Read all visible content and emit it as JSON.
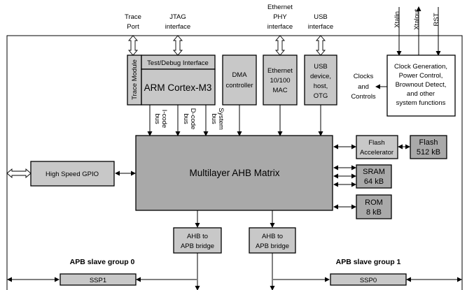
{
  "top_labels": {
    "trace_port": [
      "Trace",
      "Port"
    ],
    "jtag": [
      "JTAG",
      "interface"
    ],
    "ethernet_phy": [
      "Ethernet",
      "PHY",
      "interface"
    ],
    "usb_interface": [
      "USB",
      "interface"
    ],
    "xtalin": "Xtalin",
    "xtalout": "Xtalout",
    "rst": "RST"
  },
  "blocks": {
    "trace_module": "Trace Module",
    "test_debug": "Test/Debug Interface",
    "cpu": "ARM Cortex-M3",
    "dma": [
      "DMA",
      "controller"
    ],
    "ethernet_mac": [
      "Ethernet",
      "10/100",
      "MAC"
    ],
    "usb_device": [
      "USB",
      "device,",
      "host,",
      "OTG"
    ],
    "clock_gen": [
      "Clock Generation,",
      "Power Control,",
      "Brownout Detect,",
      "and other",
      "system functions"
    ],
    "ahb_matrix": "Multilayer AHB Matrix",
    "hs_gpio": "High Speed GPIO",
    "flash_accel": [
      "Flash",
      "Accelerator"
    ],
    "flash": [
      "Flash",
      "512 kB"
    ],
    "sram": [
      "SRAM",
      "64 kB"
    ],
    "rom": [
      "ROM",
      "8 kB"
    ],
    "apb_bridge_0": [
      "AHB to",
      "APB bridge"
    ],
    "apb_bridge_1": [
      "AHB to",
      "APB bridge"
    ],
    "ssp1": "SSP1",
    "ssp0": "SSP0"
  },
  "bus_labels": {
    "icode": [
      "I-code",
      "bus"
    ],
    "dcode": [
      "D-code",
      "bus"
    ],
    "system": [
      "System",
      "bus"
    ]
  },
  "clocks_controls": [
    "Clocks",
    "and",
    "Controls"
  ],
  "apb_groups": {
    "group0": "APB slave group 0",
    "group1": "APB slave group 1"
  },
  "colors": {
    "block_fill": "#c8c8c8",
    "matrix_fill": "#a9a9a9",
    "line": "#000000",
    "background": "#ffffff"
  }
}
